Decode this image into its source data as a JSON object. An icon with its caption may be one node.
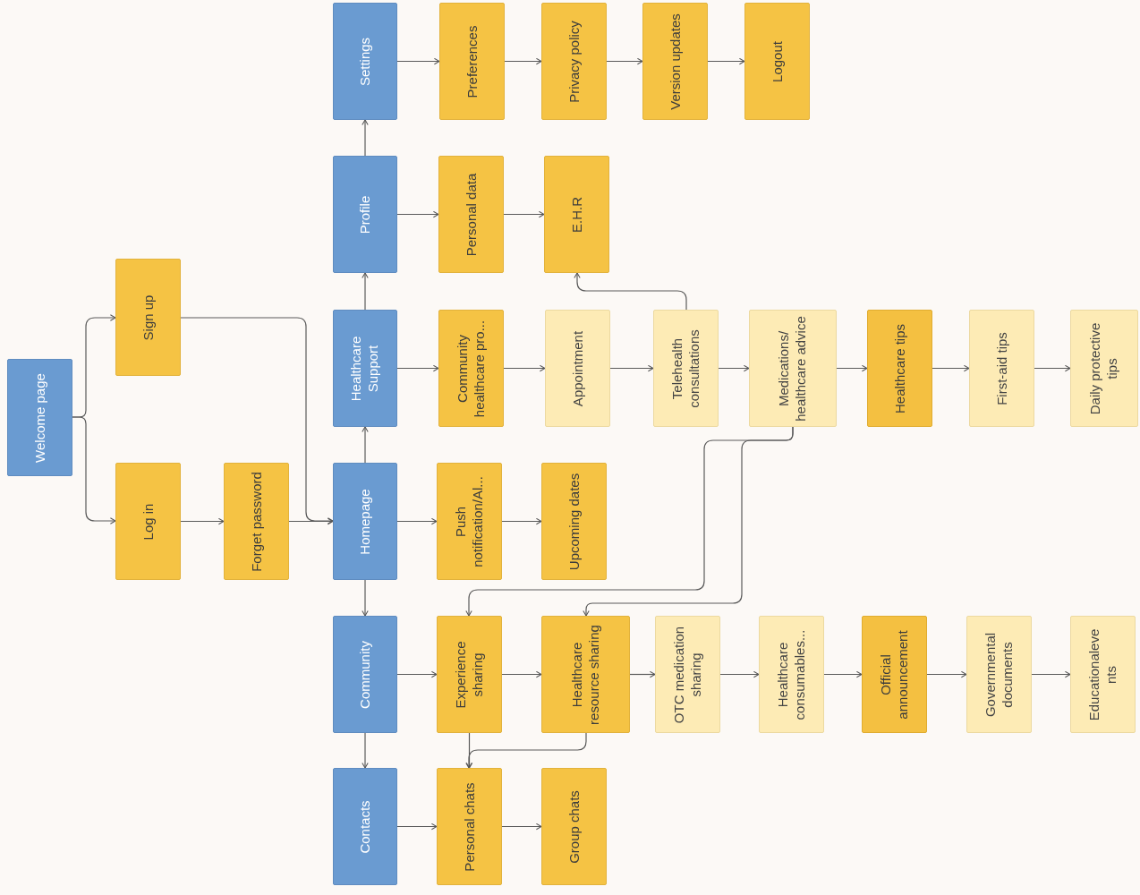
{
  "diagram": {
    "nodes": [
      {
        "text": [
          "Welcome page"
        ]
      },
      {
        "text": [
          "Sign up"
        ]
      },
      {
        "text": [
          "Log in"
        ]
      },
      {
        "text": [
          "Forget password"
        ]
      },
      {
        "text": [
          "Settings"
        ]
      },
      {
        "text": [
          "Preferences"
        ]
      },
      {
        "text": [
          "Privacy policy"
        ]
      },
      {
        "text": [
          "Version updates"
        ]
      },
      {
        "text": [
          "Logout"
        ]
      },
      {
        "text": [
          "Profile"
        ]
      },
      {
        "text": [
          "Personal data"
        ]
      },
      {
        "text": [
          "E.H.R"
        ]
      },
      {
        "text": [
          "Healthcare Support"
        ]
      },
      {
        "text": [
          "Community healthcare pro..."
        ]
      },
      {
        "text": [
          "Appointment"
        ]
      },
      {
        "text": [
          "Telehealth consultations"
        ]
      },
      {
        "text": [
          "Medications/ healthcare advice"
        ]
      },
      {
        "text": [
          "Healthcare tips"
        ]
      },
      {
        "text": [
          "First-aid tips"
        ]
      },
      {
        "text": [
          "Daily protective tips"
        ]
      },
      {
        "text": [
          "Homepage"
        ]
      },
      {
        "text": [
          "Push notification/Al..."
        ]
      },
      {
        "text": [
          "Upcoming dates"
        ]
      },
      {
        "text": [
          "Community"
        ]
      },
      {
        "text": [
          "Experience sharing"
        ]
      },
      {
        "text": [
          "Healthcare resource sharing"
        ]
      },
      {
        "text": [
          "OTC medication sharing"
        ]
      },
      {
        "text": [
          "Healthcare consumables..."
        ]
      },
      {
        "text": [
          "Official announcement"
        ]
      },
      {
        "text": [
          "Governmental documents"
        ]
      },
      {
        "text": [
          "Educationaleve nts"
        ]
      },
      {
        "text": [
          "Contacts"
        ]
      },
      {
        "text": [
          "Personal chats"
        ]
      },
      {
        "text": [
          "Group chats"
        ]
      }
    ],
    "edges": [
      {
        "from": 0,
        "to": 1,
        "arrow": "to"
      },
      {
        "from": 0,
        "to": 2,
        "arrow": "to"
      },
      {
        "from": 1,
        "to": 20,
        "arrow": "to"
      },
      {
        "from": 2,
        "to": 3,
        "arrow": "to"
      },
      {
        "from": 3,
        "to": 20,
        "arrow": "to"
      },
      {
        "from": 20,
        "to": 12,
        "arrow": "to"
      },
      {
        "from": 12,
        "to": 9,
        "arrow": "to"
      },
      {
        "from": 9,
        "to": 4,
        "arrow": "to"
      },
      {
        "from": 4,
        "to": 5,
        "arrow": "to"
      },
      {
        "from": 5,
        "to": 6,
        "arrow": "to"
      },
      {
        "from": 6,
        "to": 7,
        "arrow": "to"
      },
      {
        "from": 7,
        "to": 8,
        "arrow": "to"
      },
      {
        "from": 9,
        "to": 10,
        "arrow": "to"
      },
      {
        "from": 10,
        "to": 11,
        "arrow": "to"
      },
      {
        "from": 12,
        "to": 13,
        "arrow": "to"
      },
      {
        "from": 13,
        "to": 14,
        "arrow": "to"
      },
      {
        "from": 14,
        "to": 15,
        "arrow": "to"
      },
      {
        "from": 15,
        "to": 16,
        "arrow": "to"
      },
      {
        "from": 16,
        "to": 17,
        "arrow": "to"
      },
      {
        "from": 17,
        "to": 18,
        "arrow": "to"
      },
      {
        "from": 18,
        "to": 19,
        "arrow": "to"
      },
      {
        "from": 15,
        "to": 11,
        "arrow": "to"
      },
      {
        "from": 20,
        "to": 21,
        "arrow": "to"
      },
      {
        "from": 21,
        "to": 22,
        "arrow": "to"
      },
      {
        "from": 20,
        "to": 23,
        "arrow": "to"
      },
      {
        "from": 23,
        "to": 31,
        "arrow": "to"
      },
      {
        "from": 23,
        "to": 24,
        "arrow": "to"
      },
      {
        "from": 24,
        "to": 25,
        "arrow": "to"
      },
      {
        "from": 25,
        "to": 26,
        "arrow": "to"
      },
      {
        "from": 26,
        "to": 27,
        "arrow": "to"
      },
      {
        "from": 27,
        "to": 28,
        "arrow": "to"
      },
      {
        "from": 28,
        "to": 29,
        "arrow": "to"
      },
      {
        "from": 29,
        "to": 30,
        "arrow": "to"
      },
      {
        "from": 16,
        "to": 24,
        "arrow": "to"
      },
      {
        "from": 16,
        "to": 25,
        "arrow": "to"
      },
      {
        "from": 24,
        "to": 32,
        "arrow": "to"
      },
      {
        "from": 25,
        "to": 32,
        "arrow": "to"
      },
      {
        "from": 31,
        "to": 32,
        "arrow": "to"
      },
      {
        "from": 32,
        "to": 33,
        "arrow": "to"
      }
    ]
  }
}
